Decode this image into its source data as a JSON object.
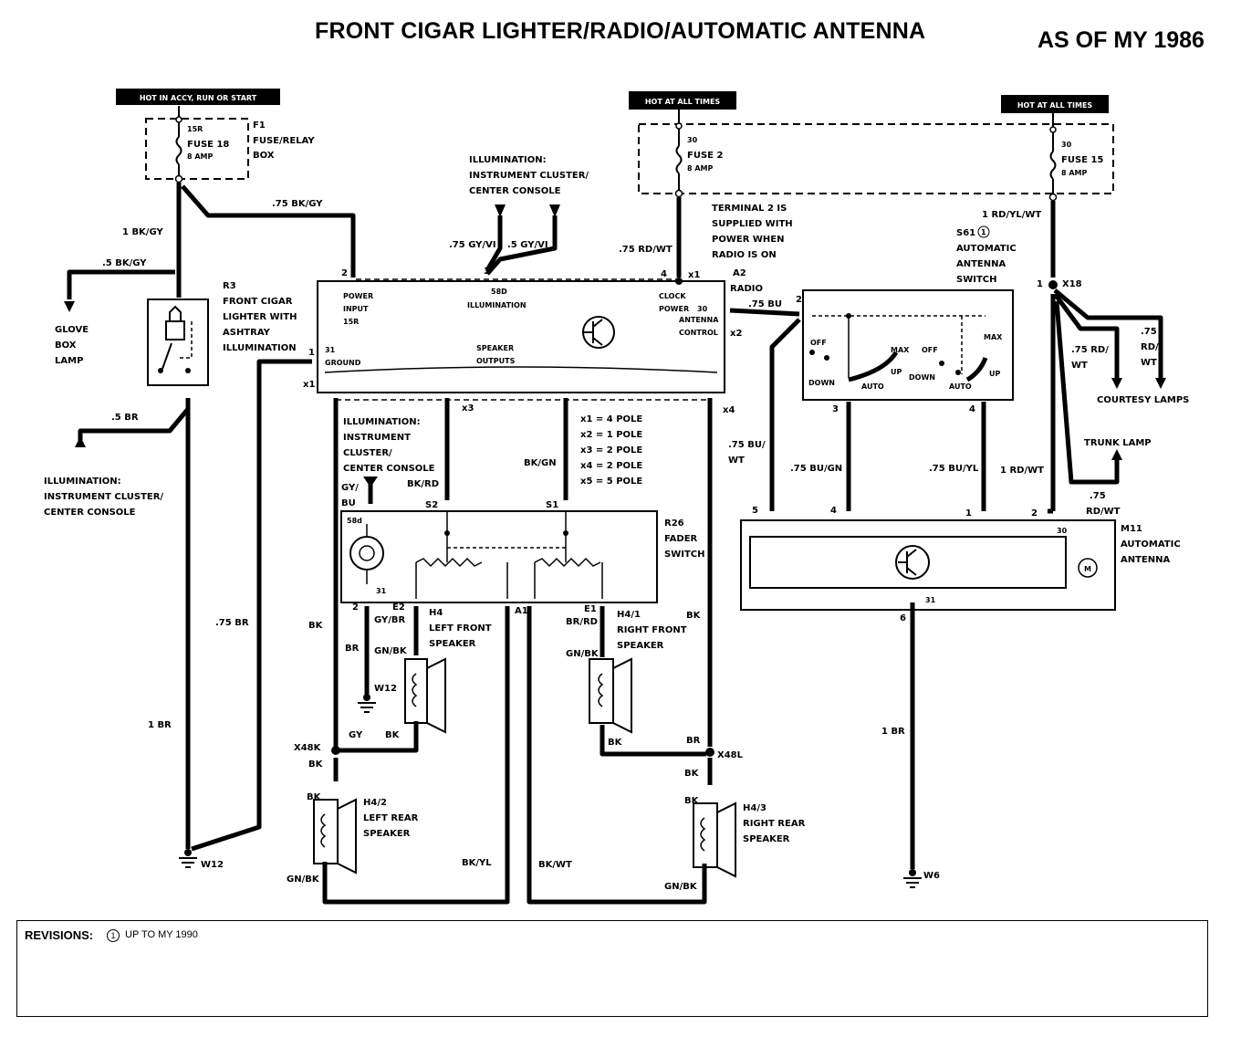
{
  "title": "FRONT CIGAR LIGHTER/RADIO/AUTOMATIC ANTENNA",
  "subtitle": "AS OF MY 1986",
  "revisions": {
    "label": "REVISIONS:",
    "marker": "1",
    "text": "UP TO MY 1990"
  },
  "hot_labels": {
    "accy": "HOT IN ACCY, RUN OR START",
    "all1": "HOT AT ALL TIMES",
    "all2": "HOT AT ALL TIMES"
  },
  "fuses": {
    "f18": {
      "terminal": "15R",
      "name": "FUSE 18",
      "rating": "8 AMP"
    },
    "f2": {
      "terminal": "30",
      "name": "FUSE 2",
      "rating": "8 AMP"
    },
    "f15": {
      "terminal": "30",
      "name": "FUSE 15",
      "rating": "8 AMP"
    },
    "box_id": "F1",
    "box_line1": "FUSE/RELAY",
    "box_line2": "BOX"
  },
  "components": {
    "r3": {
      "id": "R3",
      "l1": "FRONT CIGAR",
      "l2": "LIGHTER WITH",
      "l3": "ASHTRAY",
      "l4": "ILLUMINATION"
    },
    "a2": {
      "id": "A2",
      "name": "RADIO"
    },
    "s61": {
      "id": "S61",
      "l1": "AUTOMATIC",
      "l2": "ANTENNA",
      "l3": "SWITCH"
    },
    "r26": {
      "id": "R26",
      "l1": "FADER",
      "l2": "SWITCH"
    },
    "m11": {
      "id": "M11",
      "l1": "AUTOMATIC",
      "l2": "ANTENNA"
    },
    "h4": {
      "id": "H4",
      "l1": "LEFT FRONT",
      "l2": "SPEAKER"
    },
    "h41": {
      "id": "H4/1",
      "l1": "RIGHT FRONT",
      "l2": "SPEAKER"
    },
    "h42": {
      "id": "H4/2",
      "l1": "LEFT REAR",
      "l2": "SPEAKER"
    },
    "h43": {
      "id": "H4/3",
      "l1": "RIGHT REAR",
      "l2": "SPEAKER"
    }
  },
  "radio": {
    "power_input_1": "POWER",
    "power_input_2": "INPUT",
    "power_input_3": "15R",
    "illum_num": "58D",
    "illum": "ILLUMINATION",
    "clock_1": "CLOCK",
    "clock_2": "POWER",
    "pin30": "30",
    "ant_1": "ANTENNA",
    "ant_2": "CONTROL",
    "ground_num": "31",
    "ground": "GROUND",
    "spk_1": "SPEAKER",
    "spk_2": "OUTPUTS"
  },
  "switch": {
    "off": "OFF",
    "down": "DOWN",
    "max": "MAX",
    "up": "UP",
    "auto": "AUTO"
  },
  "notes": {
    "terminal2_1": "TERMINAL 2 IS",
    "terminal2_2": "SUPPLIED WITH",
    "terminal2_3": "POWER WHEN",
    "terminal2_4": "RADIO IS ON",
    "illum_top_1": "ILLUMINATION:",
    "illum_top_2": "INSTRUMENT CLUSTER/",
    "illum_top_3": "CENTER CONSOLE",
    "illum_left_1": "ILLUMINATION:",
    "illum_left_2": "INSTRUMENT CLUSTER/",
    "illum_left_3": "CENTER CONSOLE",
    "illum_mid_1": "ILLUMINATION:",
    "illum_mid_2": "INSTRUMENT",
    "illum_mid_3": "CLUSTER/",
    "illum_mid_4": "CENTER CONSOLE",
    "glove_1": "GLOVE",
    "glove_2": "BOX",
    "glove_3": "LAMP",
    "courtesy": "COURTESY LAMPS",
    "trunk": "TRUNK LAMP"
  },
  "connector_legend": [
    "x1 = 4 POLE",
    "x2 = 1 POLE",
    "x3 = 2 POLE",
    "x4 = 2 POLE",
    "x5 = 5 POLE"
  ],
  "connectors": {
    "x1a": "x1",
    "x1b": "x1",
    "x2": "x2",
    "x3": "x3",
    "x4": "x4",
    "x18": "X18",
    "x48k": "X48K",
    "x48l": "X48L"
  },
  "grounds": {
    "w12a": "W12",
    "w12b": "W12",
    "w6": "W6"
  },
  "wires": {
    "bk_gy_1": "1 BK/GY",
    "bk_gy_75": ".75 BK/GY",
    "bk_gy_5": ".5 BK/GY",
    "gy_vi_75": ".75 GY/VI",
    "gy_vi_5": ".5 GY/VI",
    "rd_wt_75": ".75 RD/WT",
    "rd_yl_wt": "1 RD/YL/WT",
    "br_5": ".5 BR",
    "br_75": ".75 BR",
    "br_1": "1 BR",
    "br_1_right": "1 BR",
    "bu_75": ".75 BU",
    "bu_wt_1": ".75 BU/",
    "bu_wt_2": "WT",
    "bu_gn": ".75 BU/GN",
    "bu_yl": ".75 BU/YL",
    "rd_wt_1": "1 RD/WT",
    "rd_wt_cl1": ".75 RD/",
    "rd_wt_cl2": "WT",
    "rd_wt_r1": ".75",
    "rd_wt_r2": "RD/",
    "rd_wt_r3": "WT",
    "rd_wt_t1": ".75",
    "rd_wt_t2": "RD/WT",
    "bk": "BK",
    "bk_rd": "BK/RD",
    "bk_gn": "BK/GN",
    "gy_bu_1": "GY/",
    "gy_bu_2": "BU",
    "gy_br": "GY/BR",
    "gn_bk": "GN/BK",
    "br": "BR",
    "br_rd": "BR/RD",
    "gy": "GY",
    "bk_yl": "BK/YL",
    "bk_wt": "BK/WT"
  },
  "pins": {
    "p2": "2",
    "p3": "3",
    "p4": "4",
    "p1": "1",
    "s2": "S2",
    "s1": "S1",
    "p58d": "58d",
    "p31": "31",
    "e2": "E2",
    "e1": "E1",
    "a1": "A1",
    "n2": "2",
    "n3": "3",
    "n4": "4",
    "m5": "5",
    "m4": "4",
    "m1": "1",
    "m2": "2",
    "m30": "30",
    "m31": "31",
    "m6": "6",
    "x18_1": "1",
    "motor": "M"
  }
}
